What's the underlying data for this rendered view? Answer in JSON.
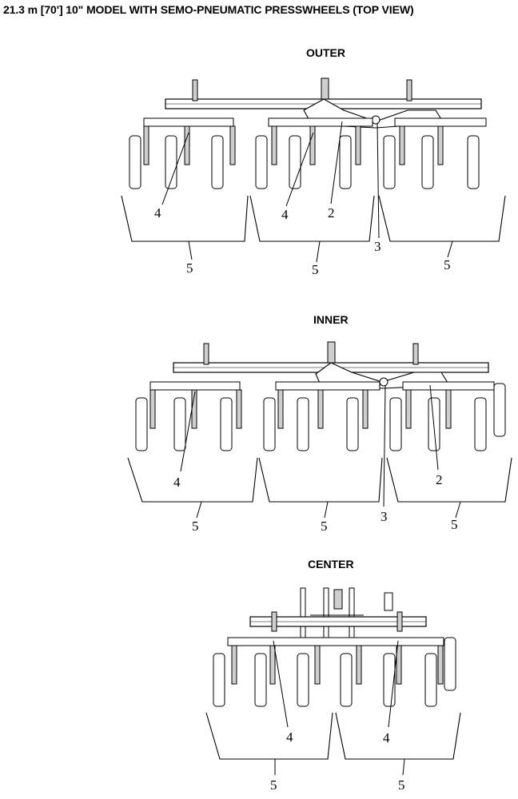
{
  "title": "21.3 m [70'] 10\" MODEL WITH SEMO-PNEUMATIC PRESSWHEELS (TOP VIEW)",
  "views": {
    "outer": {
      "label": "OUTER",
      "callouts": [
        "4",
        "4",
        "2",
        "3",
        "5",
        "5",
        "5"
      ]
    },
    "inner": {
      "label": "INNER",
      "callouts": [
        "4",
        "2",
        "3",
        "5",
        "5",
        "5"
      ]
    },
    "center": {
      "label": "CENTER",
      "callouts": [
        "4",
        "4",
        "5",
        "5"
      ]
    }
  },
  "colors": {
    "line": "#000000",
    "background": "#ffffff",
    "shade": "#cfcfcf"
  }
}
